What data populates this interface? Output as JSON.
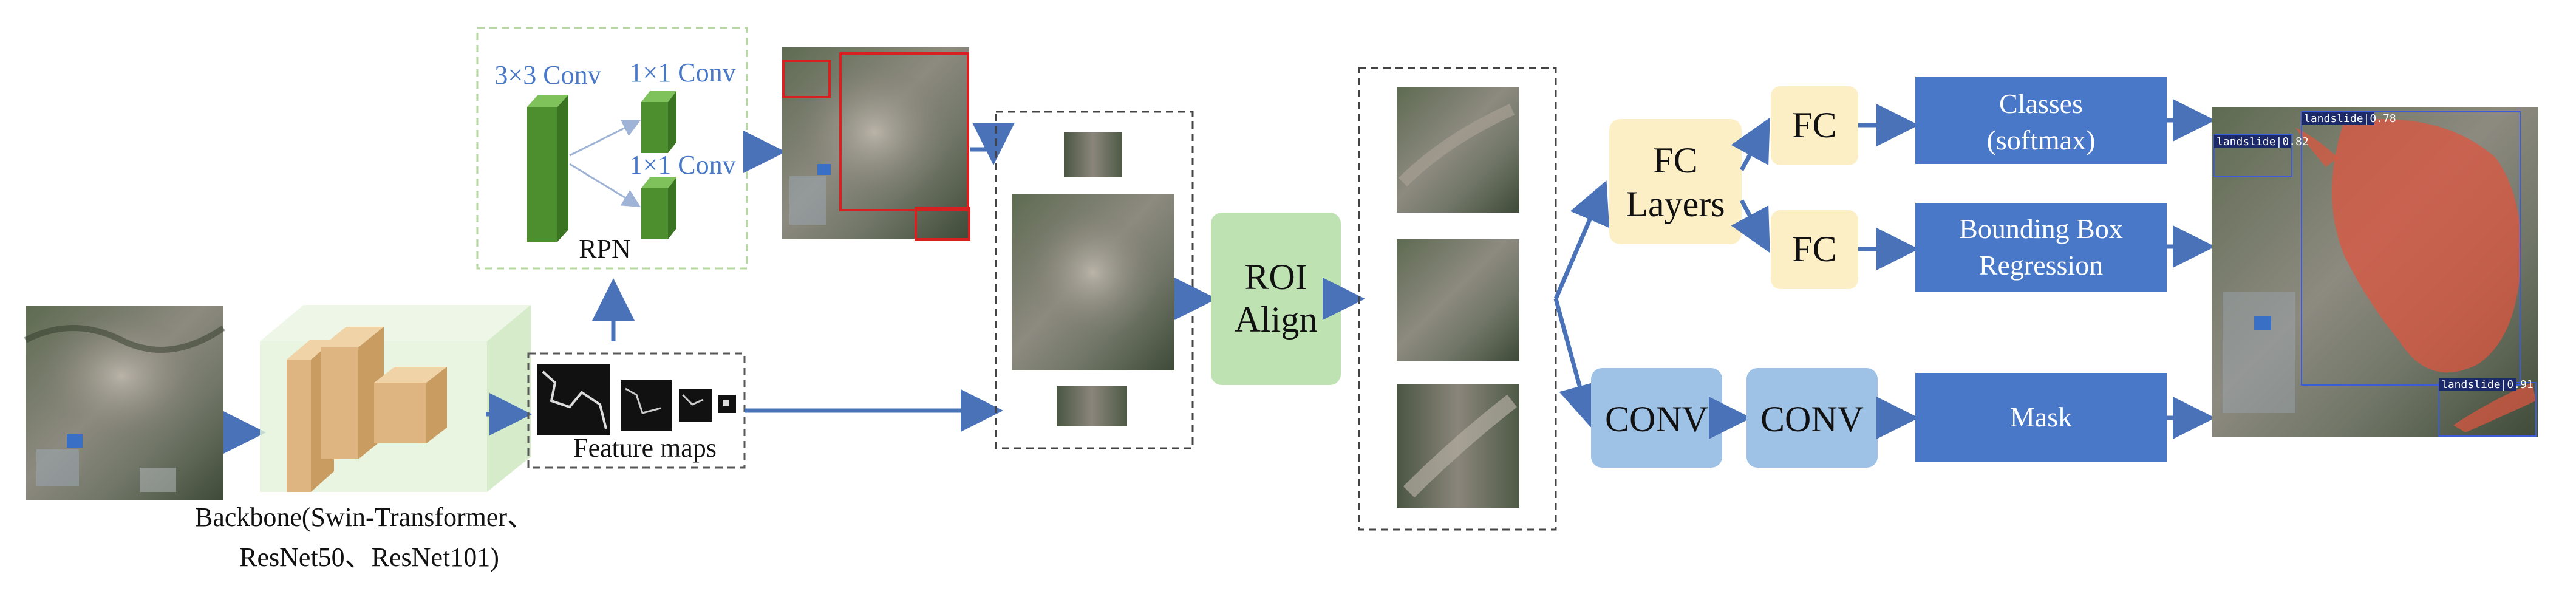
{
  "backbone": {
    "line1": "Backbone(Swin-Transformer、",
    "line2": "ResNet50、ResNet101)"
  },
  "rpn": {
    "conv3_label": "3×3 Conv",
    "conv1_top_label": "1×1 Conv",
    "conv1_bottom_label": "1×1 Conv",
    "title": "RPN"
  },
  "feature_maps": {
    "label": "Feature maps"
  },
  "roi_align": {
    "line1": "ROI",
    "line2": "Align"
  },
  "fc_layers": {
    "line1": "FC",
    "line2": "Layers"
  },
  "fc_top": {
    "label": "FC"
  },
  "fc_bottom": {
    "label": "FC"
  },
  "conv1": {
    "label": "CONV"
  },
  "conv2": {
    "label": "CONV"
  },
  "classes": {
    "line1": "Classes",
    "line2": "(softmax)"
  },
  "bbox_regression": {
    "line1": "Bounding Box",
    "line2": "Regression"
  },
  "mask": {
    "label": "Mask"
  },
  "detections": [
    {
      "label": "landslide|0.78"
    },
    {
      "label": "landslide|0.82"
    },
    {
      "label": "landslide|0.91"
    }
  ],
  "colors": {
    "arrow": "#4a72b8",
    "blue_box": "#4a78c8",
    "light_blue_box": "#9ec2e6",
    "yellow_box": "#fdefc5",
    "green_box": "#bfe2b2",
    "rpn_border": "#b7d7a0",
    "conv_green": "#5a9a3a",
    "backbone_tan": "#e3c08f",
    "mask_red": "#e0553f",
    "proposal_red": "#d92020"
  }
}
